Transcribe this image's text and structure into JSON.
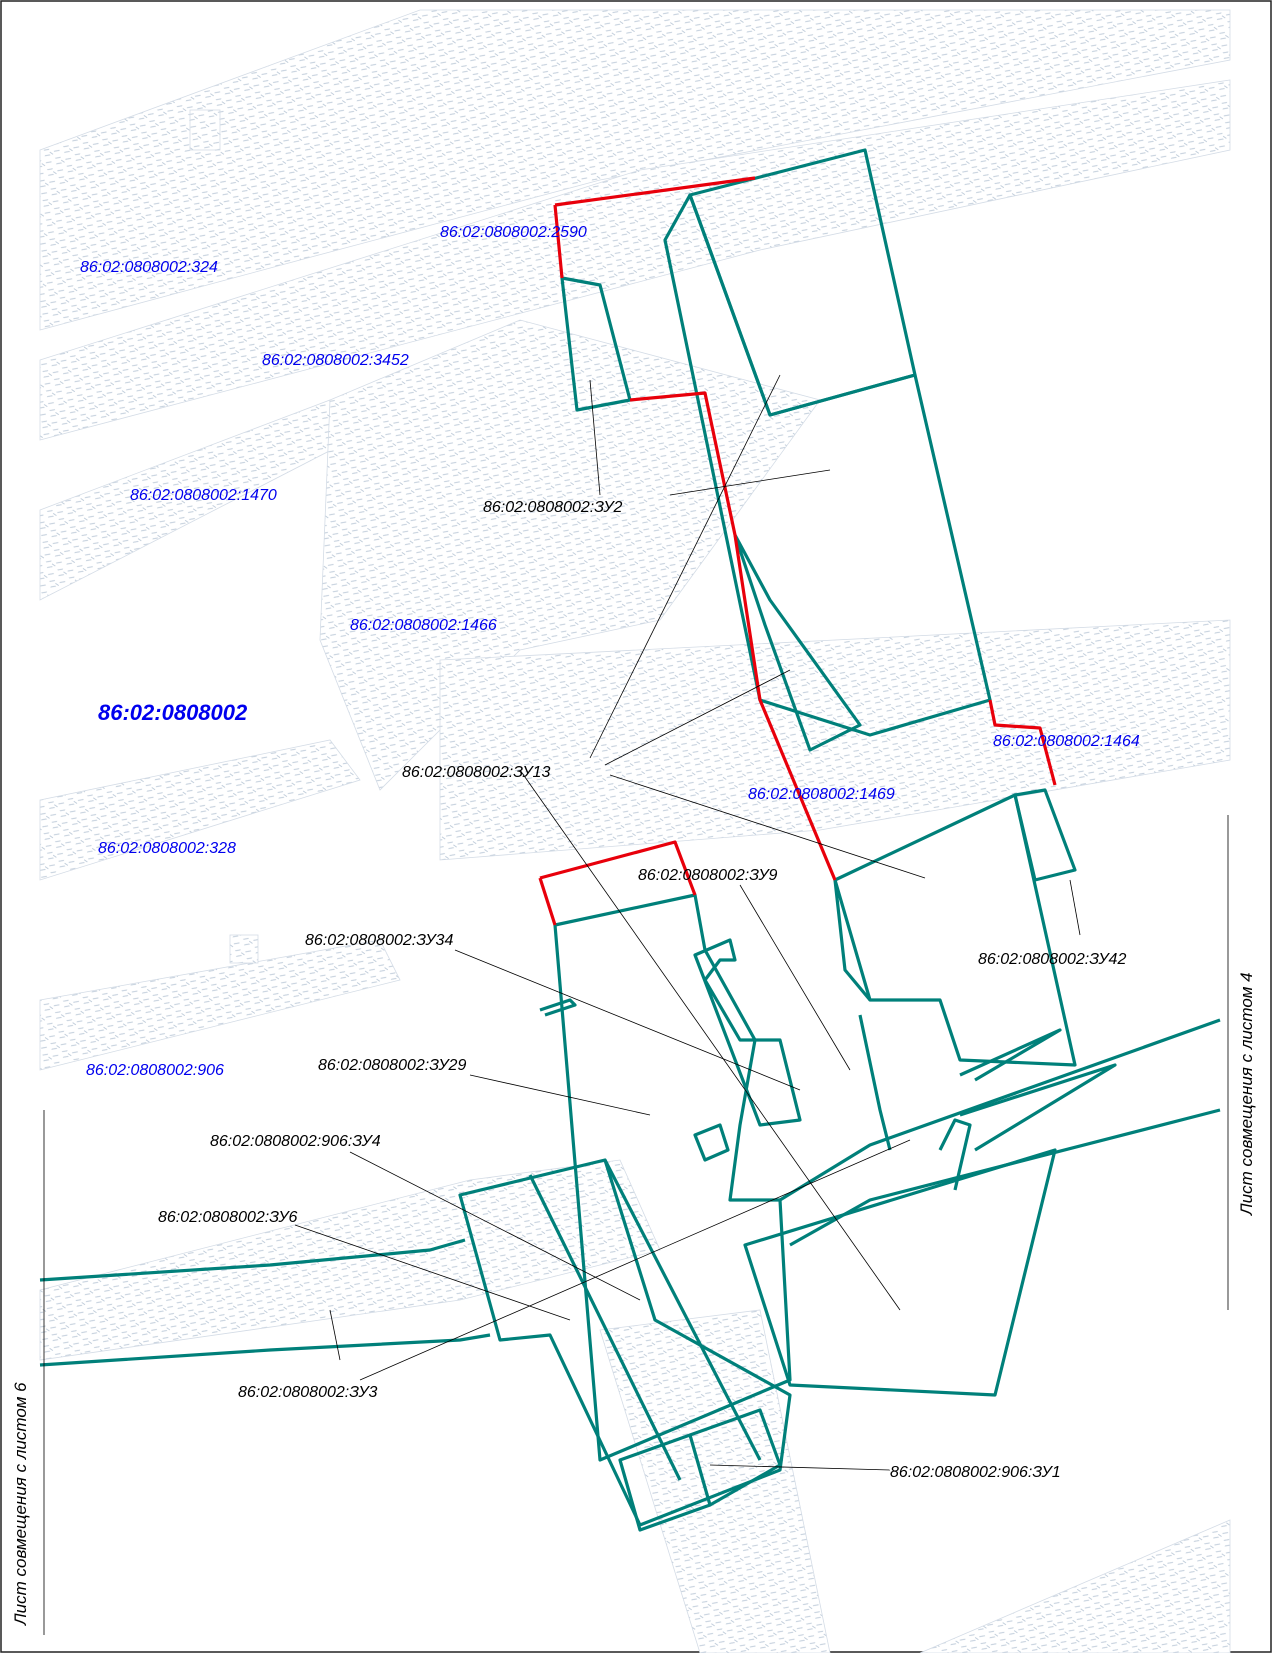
{
  "colors": {
    "parcel_boundary": "#00807a",
    "red_boundary": "#e8000b",
    "existing_label": "#0000ee",
    "new_label": "#000000",
    "hatch": "#c3cfdc"
  },
  "quarter_label": "86:02:0808002",
  "existing_parcels": [
    "86:02:0808002:324",
    "86:02:0808002:2590",
    "86:02:0808002:3452",
    "86:02:0808002:1470",
    "86:02:0808002:1466",
    "86:02:0808002:1464",
    "86:02:0808002:1469",
    "86:02:0808002:328",
    "86:02:0808002:906"
  ],
  "new_parcels": [
    "86:02:0808002:ЗУ2",
    "86:02:0808002:ЗУ13",
    "86:02:0808002:ЗУ9",
    "86:02:0808002:ЗУ42",
    "86:02:0808002:ЗУ34",
    "86:02:0808002:ЗУ29",
    "86:02:0808002:906:ЗУ4",
    "86:02:0808002:ЗУ6",
    "86:02:0808002:ЗУ3",
    "86:02:0808002:906:ЗУ1"
  ],
  "sheet_links": {
    "right": "Лист совмещения с листом 4",
    "left": "Лист совмещения с листом 6"
  }
}
